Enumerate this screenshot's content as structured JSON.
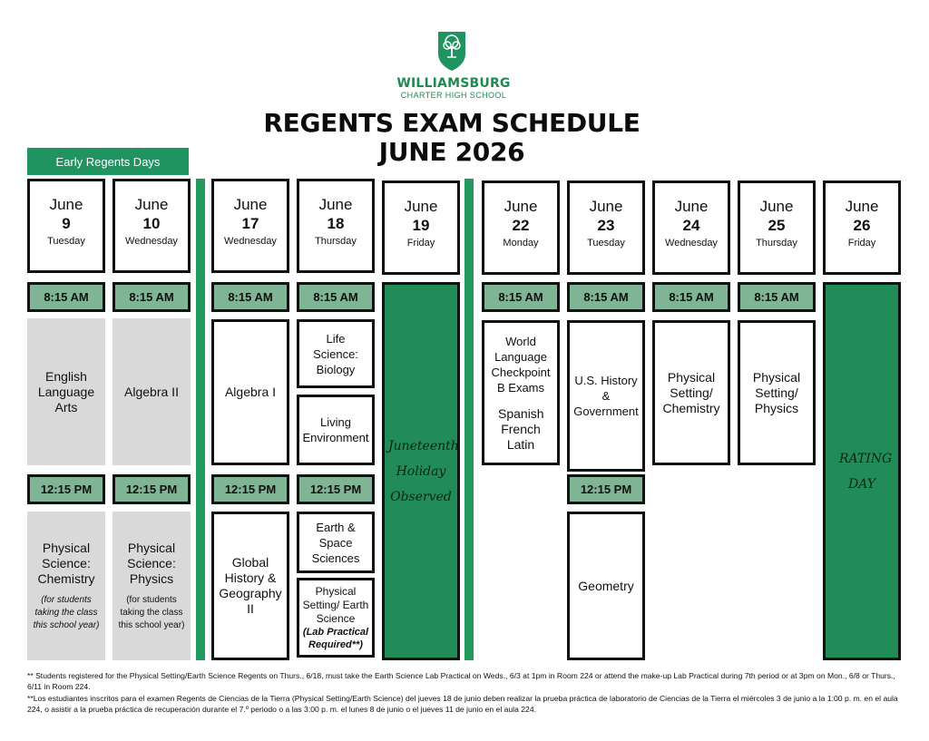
{
  "header": {
    "school_name": "WILLIAMSBURG",
    "school_sub": "CHARTER HIGH SCHOOL",
    "title_line1": "REGENTS EXAM SCHEDULE",
    "title_line2": "JUNE 2026",
    "early_label": "Early Regents Days",
    "brand_color": "#1f9460"
  },
  "days": [
    {
      "month": "June",
      "day": "9",
      "weekday": "Tuesday"
    },
    {
      "month": "June",
      "day": "10",
      "weekday": "Wednesday"
    },
    {
      "month": "June",
      "day": "17",
      "weekday": "Wednesday"
    },
    {
      "month": "June",
      "day": "18",
      "weekday": "Thursday"
    },
    {
      "month": "June",
      "day": "19",
      "weekday": "Friday"
    },
    {
      "month": "June",
      "day": "22",
      "weekday": "Monday"
    },
    {
      "month": "June",
      "day": "23",
      "weekday": "Tuesday"
    },
    {
      "month": "June",
      "day": "24",
      "weekday": "Wednesday"
    },
    {
      "month": "June",
      "day": "25",
      "weekday": "Thursday"
    },
    {
      "month": "June",
      "day": "26",
      "weekday": "Friday"
    }
  ],
  "times": {
    "am": "8:15 AM",
    "pm": "12:15 PM"
  },
  "exams": {
    "jun9_am": "English Language Arts",
    "jun10_am": "Algebra II",
    "jun17_am": "Algebra I",
    "jun18_am1": "Life Science: Biology",
    "jun18_am2": "Living Environment",
    "jun19": "Juneteenth Holiday Observed",
    "jun22_am_title": "World Language Checkpoint B Exams",
    "jun22_am_langs": "Spanish French Latin",
    "jun23_am": "U.S. History & Government",
    "jun24_am": "Physical Setting/ Chemistry",
    "jun25_am": "Physical Setting/ Physics",
    "jun26": "RATING DAY",
    "jun9_pm": "Physical Science: Chemistry",
    "jun9_pm_note": "(for students taking the class this school year)",
    "jun10_pm": "Physical Science: Physics",
    "jun10_pm_note": "(for students taking the class this school year)",
    "jun17_pm": "Global History & Geography II",
    "jun18_pm1": "Earth & Space Sciences",
    "jun18_pm2": "Physical Setting/ Earth Science",
    "jun18_pm2_note": "(Lab Practical Required**)",
    "jun23_pm": "Geometry"
  },
  "footnotes": {
    "en": "** Students registered for the Physical Setting/Earth Science Regents on Thurs., 6/18, must take the Earth Science Lab Practical on Weds., 6/3 at 1pm in Room 224 or attend the make-up Lab Practical during 7th period or at 3pm on Mon., 6/8 or Thurs., 6/11 in Room 224.",
    "es": "**Los estudiantes inscritos para el examen Regents de Ciencias de la Tierra (Physical Setting/Earth Science) del jueves 18 de junio deben realizar la prueba práctica de laboratorio de Ciencias de la Tierra el miércoles 3 de junio a la 1:00 p. m. en el aula 224, o asistir a la prueba práctica de recuperación durante el 7.º periodo o a las 3:00 p. m. el lunes 8 de junio o el jueves 11 de junio en el aula 224."
  }
}
